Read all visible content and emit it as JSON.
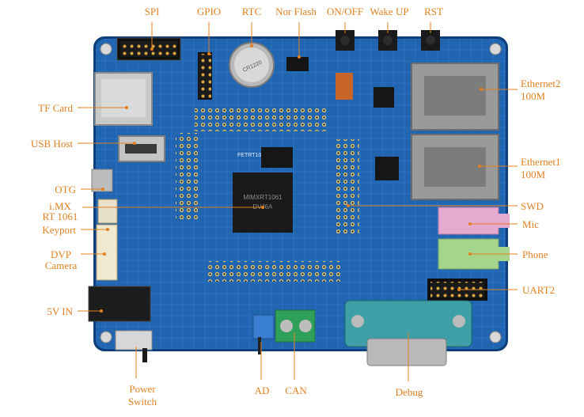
{
  "colors": {
    "label": "#e0801f",
    "board": "#1f5fa8",
    "board_edge": "#0f3f7a",
    "silkscreen": "#e9f1ff"
  },
  "labels": {
    "spi": "SPI",
    "gpio": "GPIO",
    "rtc": "RTC",
    "nor_flash": "Nor Flash",
    "on_off": "ON/OFF",
    "wake_up": "Wake UP",
    "rst": "RST",
    "tf_card": "TF Card",
    "usb_host": "USB Host",
    "otg": "OTG",
    "imx_line1": "i.MX",
    "imx_line2": "RT 1061",
    "keyport": "Keyport",
    "dvp_line1": "DVP",
    "dvp_line2": "Camera",
    "five_v_in": "5V IN",
    "power_line1": "Power",
    "power_line2": "Switch",
    "ad": "AD",
    "can": "CAN",
    "debug": "Debug",
    "ethernet2_line1": "Ethernet2",
    "ethernet2_line2": "100M",
    "ethernet1_line1": "Ethernet1",
    "ethernet1_line2": "100M",
    "swd": "SWD",
    "mic": "Mic",
    "phone": "Phone",
    "uart2": "UART2"
  },
  "board_text": {
    "mcu_line1": "MIMXRT1061",
    "mcu_line2": "DVJ6A",
    "board_name": "FETRT1061-B V1.0",
    "battery": "CR1220"
  }
}
